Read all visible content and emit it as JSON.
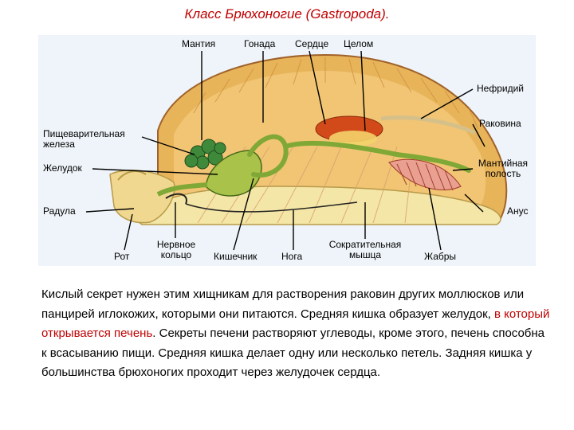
{
  "title": "Класс Брюхоногие (Gastropoda).",
  "labels": {
    "mantle": "Мантия",
    "gonad": "Гонада",
    "heart": "Сердце",
    "coelom": "Целом",
    "nephridium": "Нефридий",
    "shell": "Раковина",
    "digestive_gland": "Пищеварительная\nжелеза",
    "stomach": "Желудок",
    "mantle_cavity": "Мантийная\nполость",
    "radula": "Радула",
    "anus": "Анус",
    "mouth": "Рот",
    "nerve_ring": "Нервное\nкольцо",
    "intestine": "Кишечник",
    "foot": "Нога",
    "muscle": "Сократительная\nмышца",
    "gills": "Жабры"
  },
  "paragraph": {
    "before": "Кислый секрет нужен этим хищникам для растворения раковин других моллюсков или панцирей иглокожих, которыми они питаются. Средняя кишка образует желудок, ",
    "highlight": "в который открывается печень",
    "after": ". Секреты печени растворяют углеводы, кроме этого, печень способна к всасыванию пищи. Средняя кишка делает одну или несколько петель. Задняя кишка у большинства брюхоногих проходит через желудочек сердца."
  },
  "colors": {
    "title": "#c00000",
    "highlight": "#c00000",
    "figure_bg": "#eef4f9",
    "shell": "#e8b45a",
    "foot": "#f4e6a6"
  }
}
